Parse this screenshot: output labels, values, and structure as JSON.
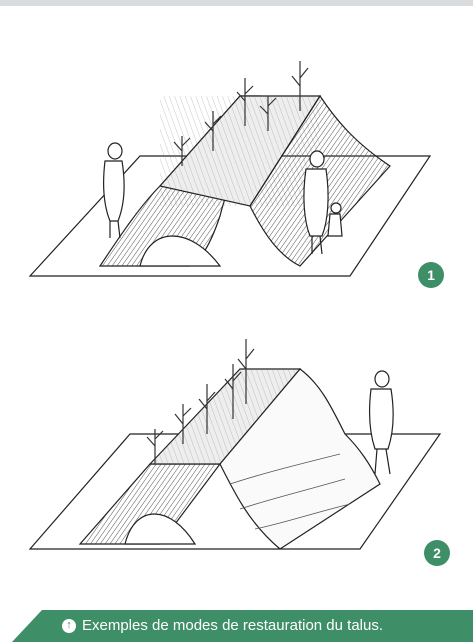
{
  "figures": [
    {
      "number": "1"
    },
    {
      "number": "2"
    }
  ],
  "caption": {
    "icon": "arrow-up-circle-icon",
    "text": "Exemples de modes de restauration du talus."
  },
  "colors": {
    "accent": "#3e8e68",
    "page_border": "#d8dcde"
  }
}
